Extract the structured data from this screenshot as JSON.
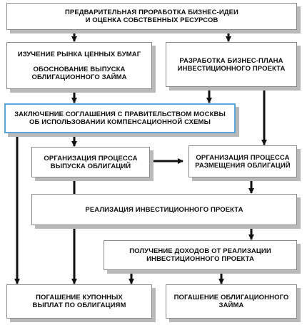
{
  "boxes": {
    "idea": [
      "ПРЕДВАРИТЕЛЬНАЯ ПРОРАБОТКА БИЗНЕС-ИДЕИ",
      "И ОЦЕНКА СОБСТВЕННЫХ РЕСУРСОВ"
    ],
    "market_study": [
      "ИЗУЧЕНИЕ РЫНКА ЦЕННЫХ БУМАГ"
    ],
    "bond_rationale": [
      "ОБОСНОВАНИЕ ВЫПУСКА",
      "ОБЛИГАЦИОННОГО ЗАЙМА"
    ],
    "business_plan": [
      "РАЗРАБОТКА БИЗНЕС-ПЛАНА",
      "ИНВЕСТИЦИОННОГО ПРОЕКТА"
    ],
    "agreement": [
      "ЗАКЛЮЧЕНИЕ СОГЛАШЕНИЯ С ПРАВИТЕЛЬСТВОМ МОСКВЫ",
      "ОБ ИСПОЛЬЗОВАНИИ КОМПЕНСАЦИОННОЙ СХЕМЫ"
    ],
    "issue": [
      "ОРГАНИЗАЦИЯ ПРОЦЕССА",
      "ВЫПУСКА ОБЛИГАЦИЙ"
    ],
    "placement": [
      "ОРГАНИЗАЦИЯ ПРОЦЕССА",
      "РАЗМЕЩЕНИЯ ОБЛИГАЦИЙ"
    ],
    "implementation": [
      "РЕАЛИЗАЦИЯ ИНВЕСТИЦИОННОГО ПРОЕКТА"
    ],
    "income": [
      "ПОЛУЧЕНИЕ ДОХОДОВ ОТ РЕАЛИЗАЦИИ",
      "ИНВЕСТИЦИОННОГО ПРОЕКТА"
    ],
    "coupon": [
      "ПОГАШЕНИЕ КУПОННЫХ",
      "ВЫПЛАТ ПО ОБЛИГАЦИЯМ"
    ],
    "loan": [
      "ПОГАШЕНИЕ ОБЛИГАЦИОННОГО",
      "ЗАЙМА"
    ]
  }
}
